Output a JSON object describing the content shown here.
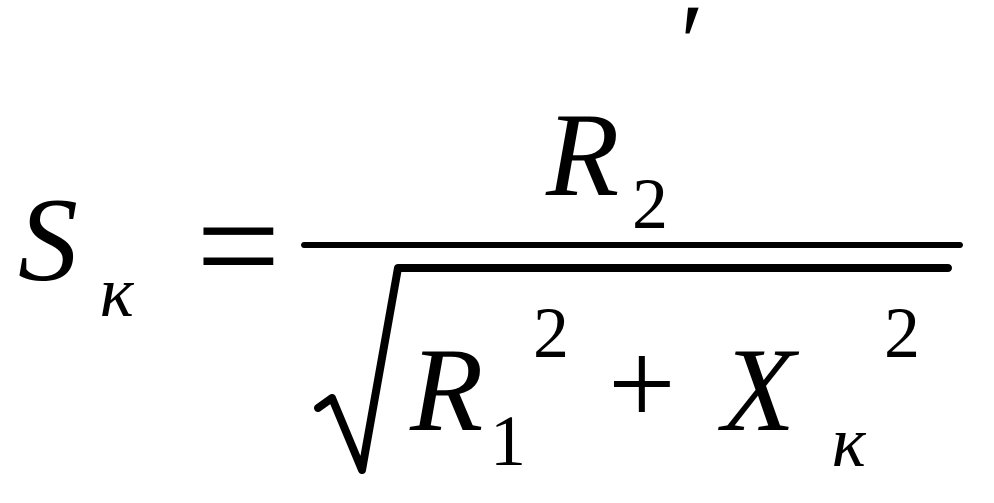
{
  "formula": {
    "lhs": {
      "symbol": "S",
      "subscript": "к"
    },
    "equals": "=",
    "numerator": {
      "symbol": "R",
      "subscript": "2",
      "prime": "′"
    },
    "denominator": {
      "term1": {
        "symbol": "R",
        "subscript": "1",
        "power": "2"
      },
      "plus": "+",
      "term2": {
        "symbol": "X",
        "subscript": "к",
        "power": "2"
      }
    }
  }
}
